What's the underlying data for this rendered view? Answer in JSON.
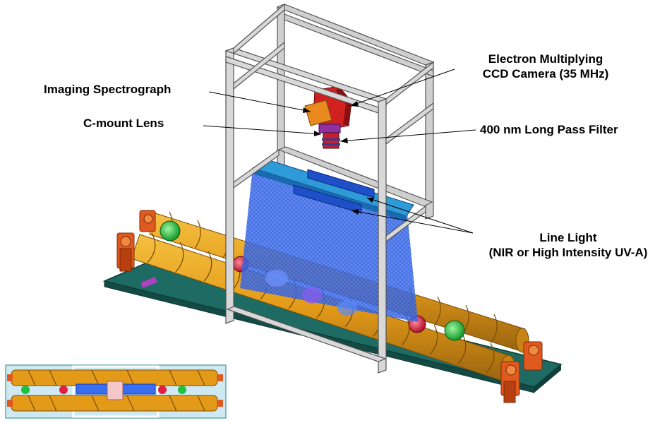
{
  "labels": {
    "imaging_spectrograph": "Imaging Spectrograph",
    "c_mount_lens": "C-mount Lens",
    "emccd_line1": "Electron Multiplying",
    "emccd_line2": "CCD Camera (35 MHz)",
    "long_pass_filter": "400 nm Long Pass Filter",
    "line_light_line1": "Line Light",
    "line_light_line2": "(NIR or High Intensity UV-A)"
  },
  "colors": {
    "frame": "#c8c8c8",
    "frame_edge": "#555555",
    "base_plate": "#1e6b63",
    "roller": "#e8a41a",
    "roller_dark": "#8a5a10",
    "bracket": "#e05a20",
    "light_beam": "#3a6ef0",
    "light_housing": "#2e9ad8",
    "camera": "#d02020",
    "spectrograph": "#e88a20",
    "lens": "#9030a0",
    "sphere_green": "#20c040",
    "sphere_red": "#e02040",
    "inset_bg": "#cfe9f2"
  }
}
